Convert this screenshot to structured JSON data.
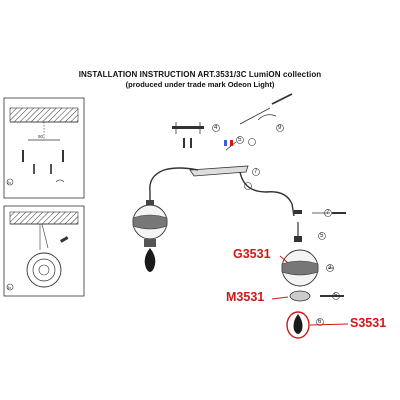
{
  "header": {
    "title": "INSTALLATION  INSTRUCTION  ART.3531/3C  LumiON collection",
    "subtitle": "(produced under trade mark Odeon Light)"
  },
  "parts": {
    "shade": "G3531",
    "cup": "M3531",
    "crystal": "S3531"
  },
  "steps": [
    "1",
    "2",
    "3",
    "4",
    "5",
    "6",
    "7",
    "8",
    "9"
  ],
  "colors": {
    "part_code": "#d01818",
    "line": "#222222",
    "accent": "#3b5fd9"
  }
}
